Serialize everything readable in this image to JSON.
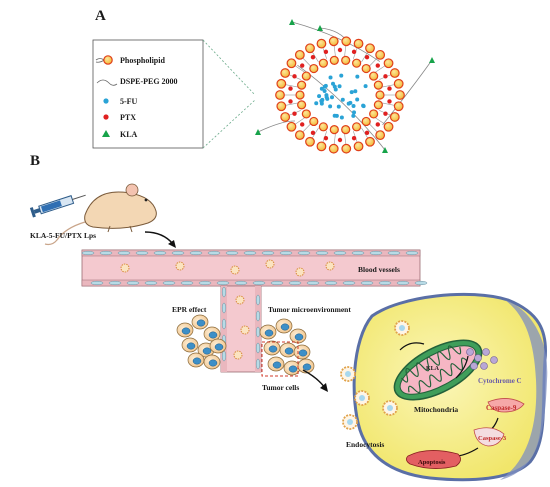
{
  "panel_a": {
    "label": "A",
    "legend": [
      {
        "icon": "phospholipid-icon",
        "text": "Phospholipid"
      },
      {
        "icon": "dspe-peg-icon",
        "text": "DSPE-PEG 2000"
      },
      {
        "icon": "5fu-dot-icon",
        "text": "5-FU"
      },
      {
        "icon": "ptx-dot-icon",
        "text": "PTX"
      },
      {
        "icon": "kla-triangle-icon",
        "text": "KLA"
      }
    ]
  },
  "panel_b": {
    "label": "B",
    "injection_label": "KLA-5-FU/PTX Lps",
    "blood_vessels": "Blood vessels",
    "epr_effect": "EPR effect",
    "tumor_microenvironment": "Tumor microenvironment",
    "tumor_cells": "Tumor cells",
    "endocytosis": "Endocytosis",
    "mitochondria": "Mitochondria",
    "cytochrome_c": "Cytochrome C",
    "caspase_9": "Caspase-9",
    "caspase_3": "Caspase-3",
    "apoptosis": "Apoptosis",
    "kla_tag": "KLA"
  },
  "colors": {
    "phospholipid_head": "#f2b632",
    "phospholipid_rim": "#e0401a",
    "fu": "#2aa3d6",
    "ptx": "#e02020",
    "kla": "#17a34a",
    "vessel": "#f4c9cf",
    "cell": "#f7ef8a",
    "mito": "#3f9e5a"
  }
}
